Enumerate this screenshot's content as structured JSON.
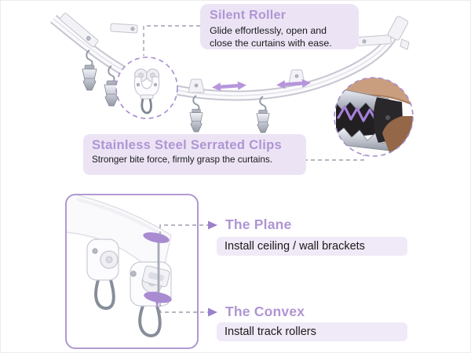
{
  "colors": {
    "accent_text": "#af95d3",
    "accent_shape": "#a98bd2",
    "accent_border": "#a78dcd",
    "panel_bg": "#ece4f5",
    "pill_bg": "#f0e9f7",
    "connector": "#a29cae",
    "slide_arrow": "#b795dc",
    "body_text": "#1a1a1a"
  },
  "top_callouts": {
    "silent_roller": {
      "title": "Silent Roller",
      "desc": "Glide effortlessly, open and close the curtains with ease."
    },
    "serrated_clips": {
      "title": "Stainless Steel Serrated Clips",
      "desc": "Stronger bite force, firmly grasp the curtains."
    }
  },
  "bottom_features": {
    "plane": {
      "title": "The Plane",
      "desc": "Install ceiling / wall brackets"
    },
    "convex": {
      "title": "The Convex",
      "desc": "Install track rollers"
    }
  }
}
